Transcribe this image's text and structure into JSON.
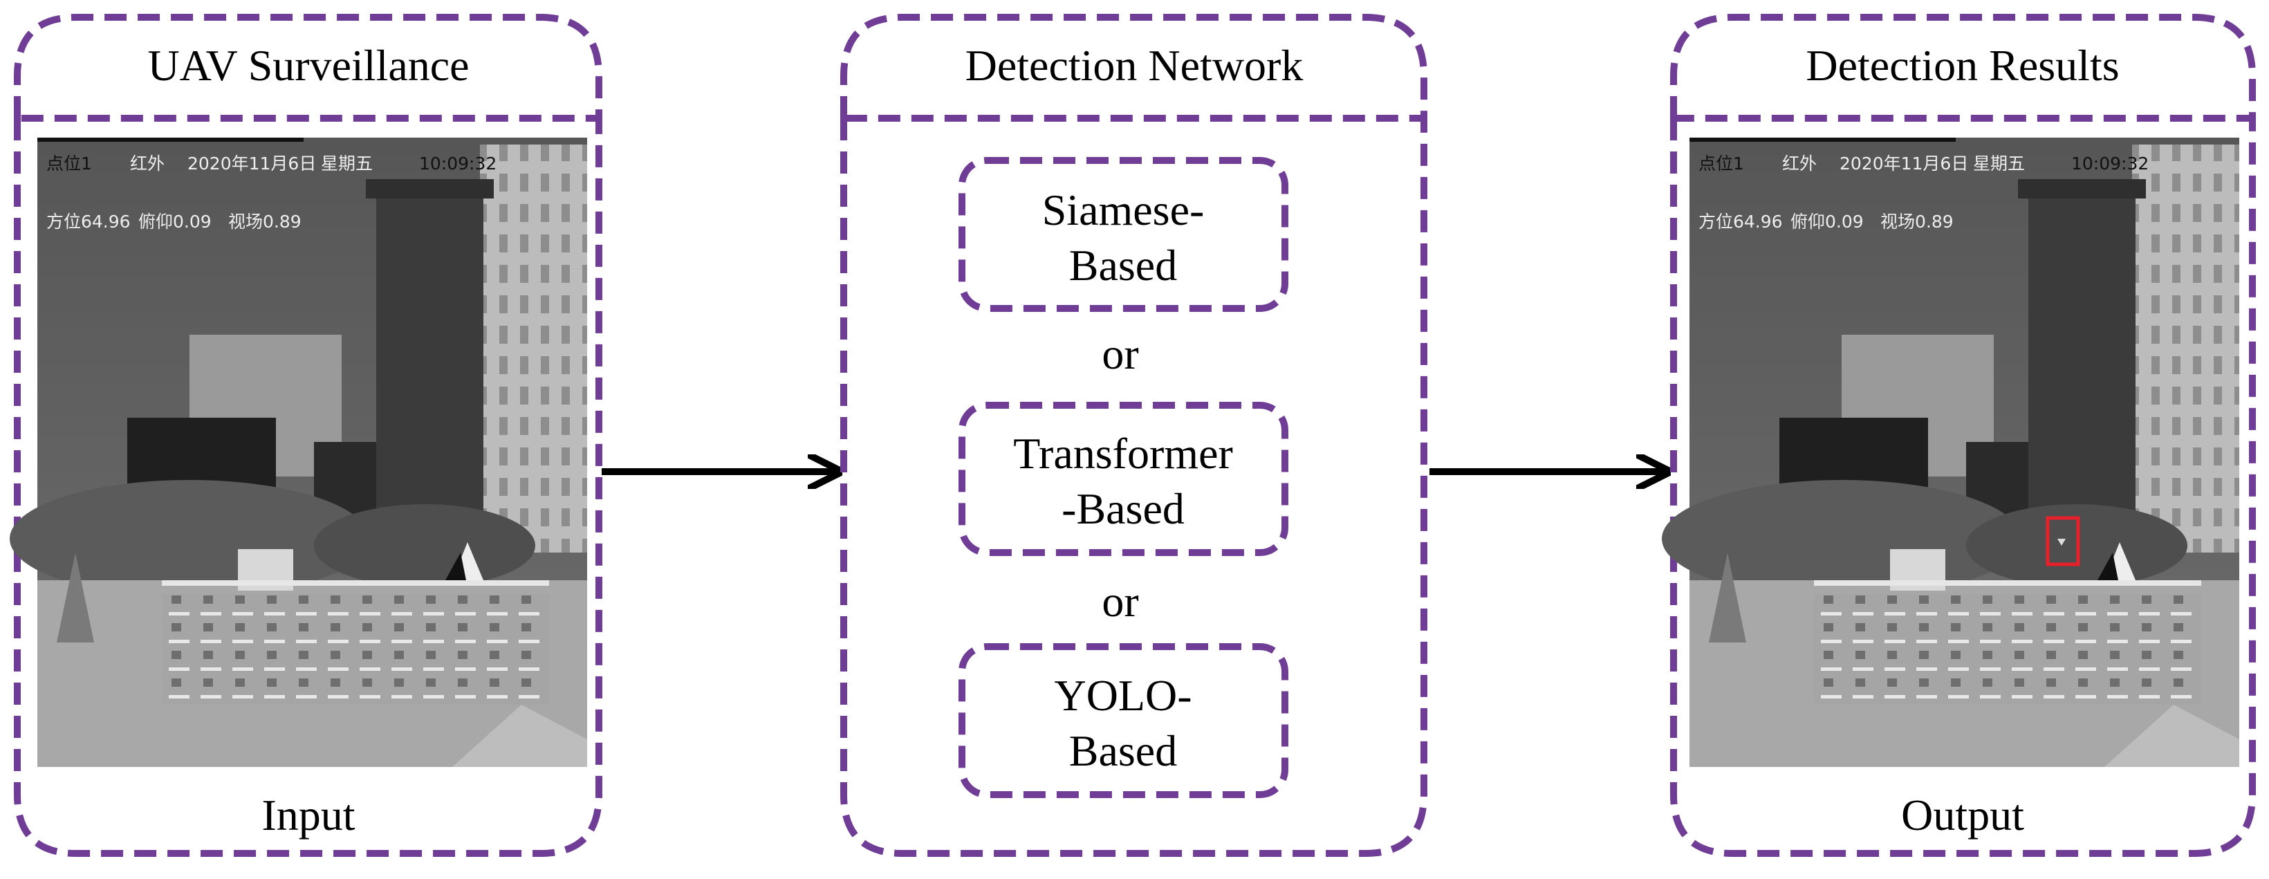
{
  "colors": {
    "border": "#6f3c96",
    "arrow": "#000000",
    "detection_box": "#e8202a"
  },
  "input_panel": {
    "title": "UAV Surveillance",
    "caption": "Input",
    "overlay": {
      "line1": [
        "点位1",
        "红外",
        "2020年11月6日",
        "星期五",
        "10:09:32"
      ],
      "line2": [
        "方位64.96",
        "俯仰0.09",
        "视场0.89"
      ]
    }
  },
  "network_panel": {
    "title": "Detection Network",
    "options": [
      {
        "line1": "Siamese-",
        "line2": "Based"
      },
      {
        "line1": "Transformer",
        "line2": "-Based"
      },
      {
        "line1": "YOLO-",
        "line2": "Based"
      }
    ],
    "separators": [
      "or",
      "or"
    ]
  },
  "output_panel": {
    "title": "Detection Results",
    "caption": "Output",
    "overlay": {
      "line1": [
        "点位1",
        "红外",
        "2020年11月6日",
        "星期五",
        "10:09:32"
      ],
      "line2": [
        "方位64.96",
        "俯仰0.09",
        "视场0.89"
      ]
    }
  }
}
